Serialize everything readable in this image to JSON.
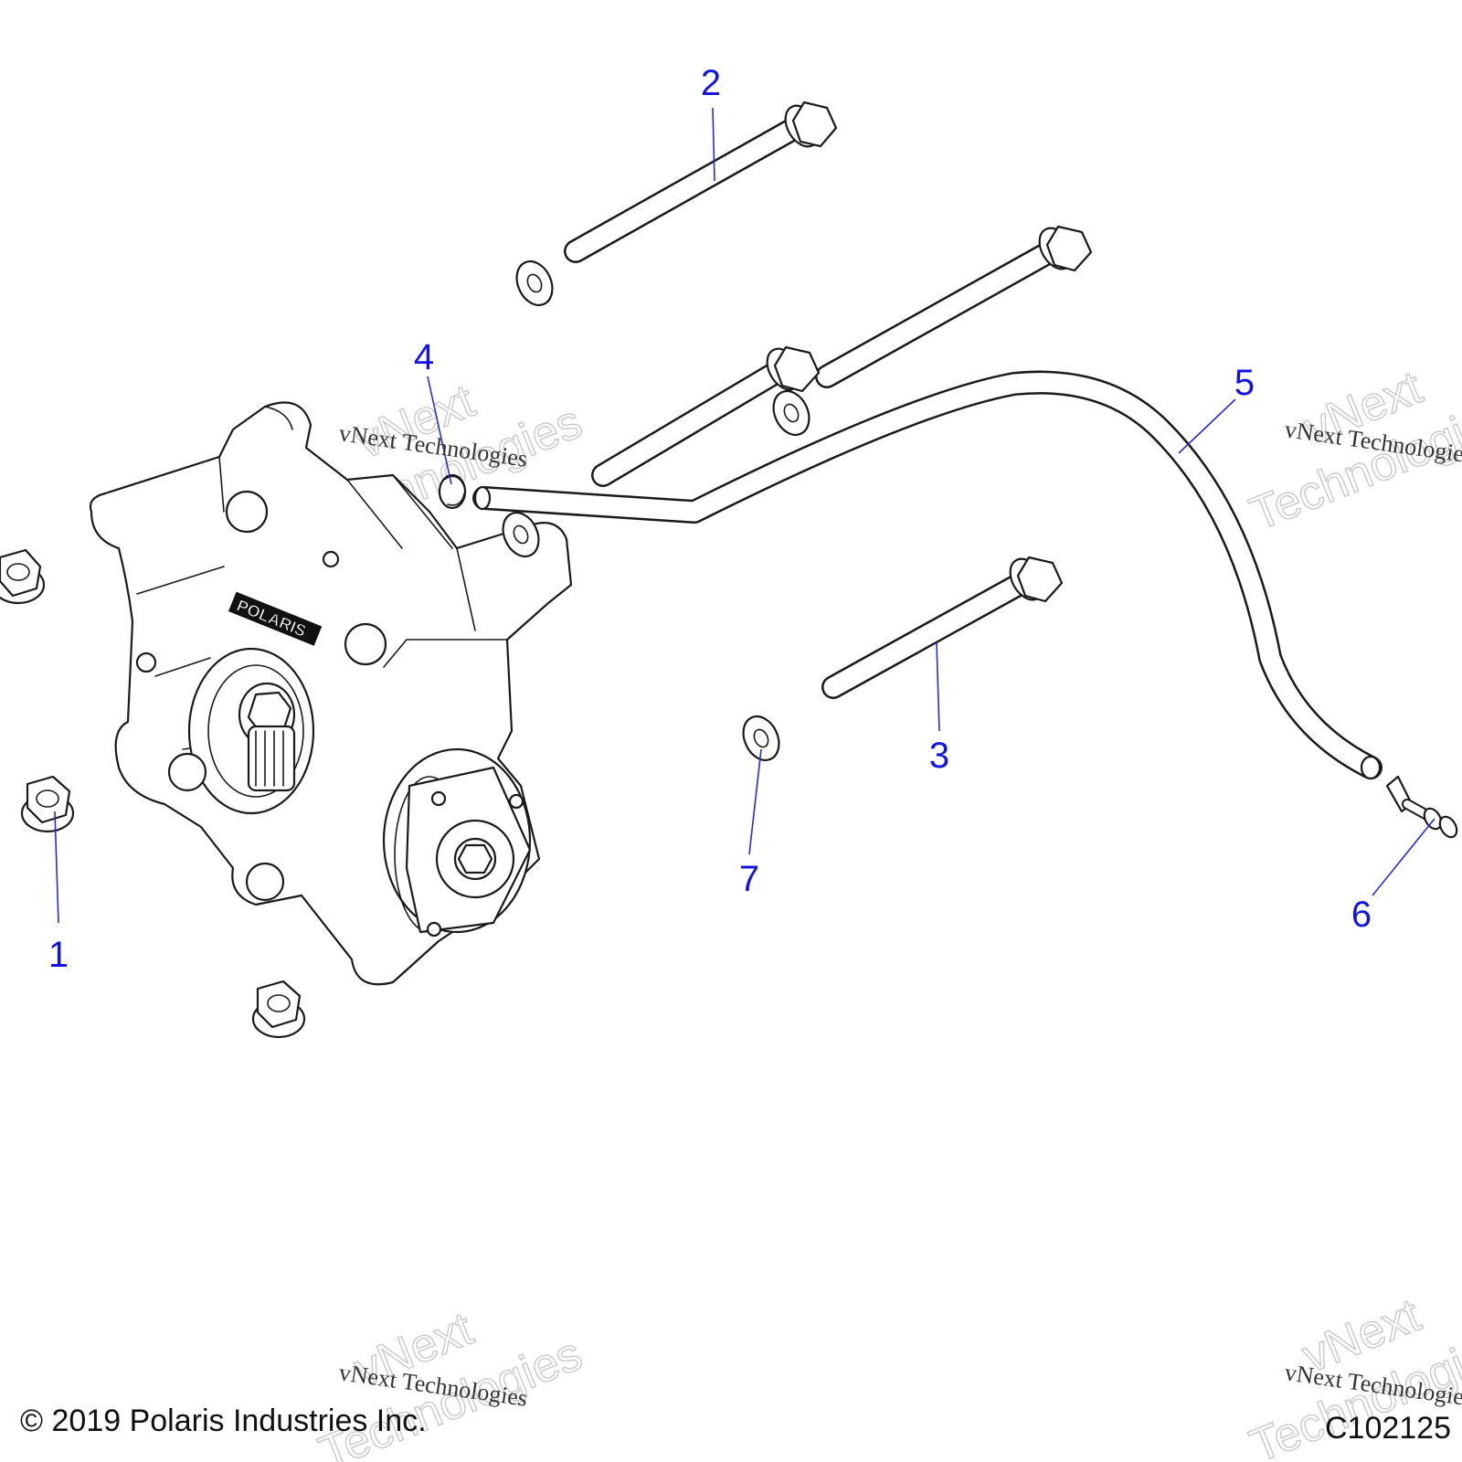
{
  "diagram": {
    "callouts": [
      {
        "id": "1",
        "label": "1"
      },
      {
        "id": "2",
        "label": "2"
      },
      {
        "id": "3",
        "label": "3"
      },
      {
        "id": "4",
        "label": "4"
      },
      {
        "id": "5",
        "label": "5"
      },
      {
        "id": "6",
        "label": "6"
      },
      {
        "id": "7",
        "label": "7"
      }
    ],
    "housing_brand": "POLARIS",
    "watermark_small": "vNext Technologies",
    "watermark_big_line1": "vNext",
    "watermark_big_line2": "Technologies",
    "copyright": "© 2019 Polaris Industries Inc.",
    "figure_code": "C102125",
    "colors": {
      "callout": "#1414e0",
      "linework": "#1a1a1a",
      "watermark": "#c9c9c9"
    }
  }
}
